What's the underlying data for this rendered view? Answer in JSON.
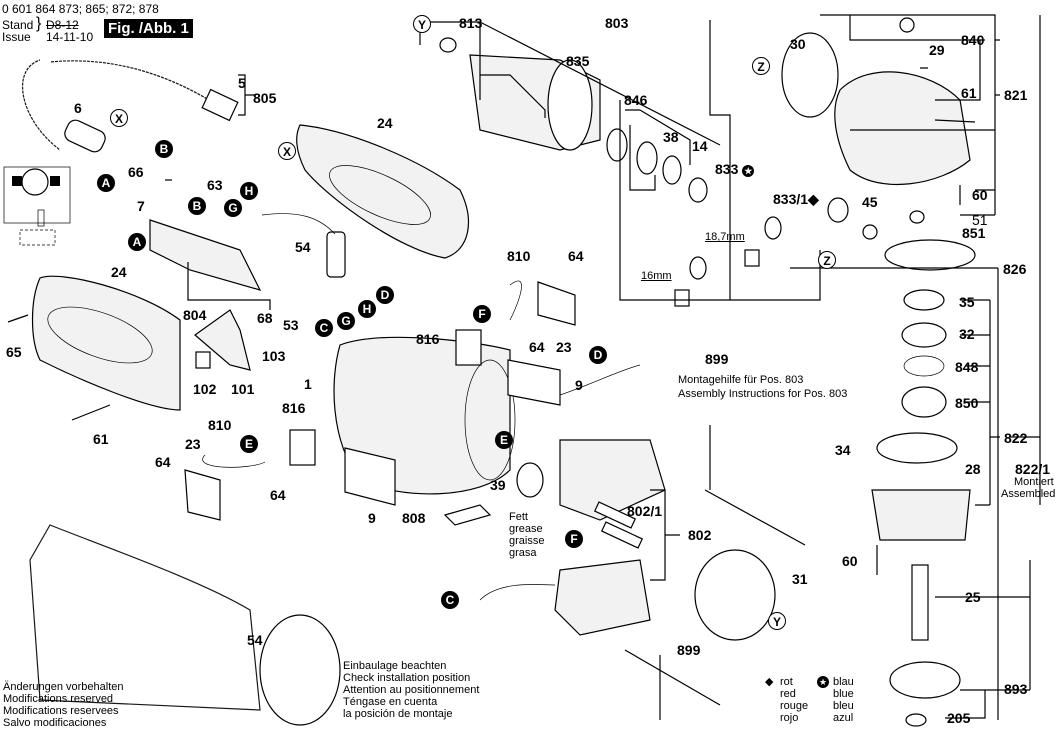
{
  "header": {
    "part_numbers": "0 601 864 873; 865; 872; 878",
    "stand_label": "Stand",
    "issue_label": "Issue",
    "stand_value": "D8-12",
    "issue_value": "14-11-10",
    "figure_label": "Fig. /Abb. 1"
  },
  "labels": {
    "p5": "5",
    "p805": "805",
    "p6": "6",
    "p66": "66",
    "p63": "63",
    "p7": "7",
    "p24a": "24",
    "p24b": "24",
    "p54a": "54",
    "p54b": "54",
    "p804": "804",
    "p68": "68",
    "p53": "53",
    "p65": "65",
    "p61a": "61",
    "p61b": "61",
    "p102": "102",
    "p101": "101",
    "p103": "103",
    "p1": "1",
    "p813": "813",
    "p803": "803",
    "p835": "835",
    "p846": "846",
    "p38": "38",
    "p14": "14",
    "p833": "833",
    "p833_1": "833/1",
    "p30": "30",
    "p29": "29",
    "p840": "840",
    "p821": "821",
    "p60a": "60",
    "p60b": "60",
    "p51": "51",
    "p851": "851",
    "p45": "45",
    "p826": "826",
    "p35": "35",
    "p32": "32",
    "p848": "848",
    "p850": "850",
    "p822": "822",
    "p822_1": "822/1",
    "p34": "34",
    "p28": "28",
    "p25": "25",
    "p893": "893",
    "p205": "205",
    "p810a": "810",
    "p810b": "810",
    "p64a": "64",
    "p64b": "64",
    "p64c": "64",
    "p64d": "64",
    "p23a": "23",
    "p23b": "23",
    "p816a": "816",
    "p816b": "816",
    "p9a": "9",
    "p9b": "9",
    "p808": "808",
    "p39": "39",
    "p899a": "899",
    "p899b": "899",
    "p802": "802",
    "p802_1": "802/1",
    "p31": "31"
  },
  "callouts": {
    "A": "A",
    "B": "B",
    "C": "C",
    "D": "D",
    "E": "E",
    "F": "F",
    "G": "G",
    "H": "H",
    "X": "X",
    "Y": "Y",
    "Z": "Z"
  },
  "dimensions": {
    "d1": "18,7mm",
    "d2": "16mm"
  },
  "notes": {
    "assembly_aid": [
      "Montagehilfe für Pos. 803",
      "Assembly Instructions for Pos. 803"
    ],
    "assembled": "Montiert\nAssembled",
    "assembled_de": "Montiert",
    "assembled_en": "Assembled",
    "grease": [
      "Fett",
      "grease",
      "graisse",
      "grasa"
    ],
    "modifications": [
      "Änderungen vorbehalten",
      "Modifications reserved",
      "Modifications reservees",
      "Salvo modificaciones"
    ],
    "installation": [
      "Einbaulage beachten",
      "Check installation position",
      "Attention au positionnement",
      "Téngase en cuenta",
      "la posición de montaje"
    ]
  },
  "legend": {
    "red": {
      "symbol": "diamond-icon",
      "labels": [
        "rot",
        "red",
        "rouge",
        "rojo"
      ]
    },
    "blue": {
      "symbol": "star-circle-icon",
      "labels": [
        "blau",
        "blue",
        "bleu",
        "azul"
      ]
    }
  }
}
